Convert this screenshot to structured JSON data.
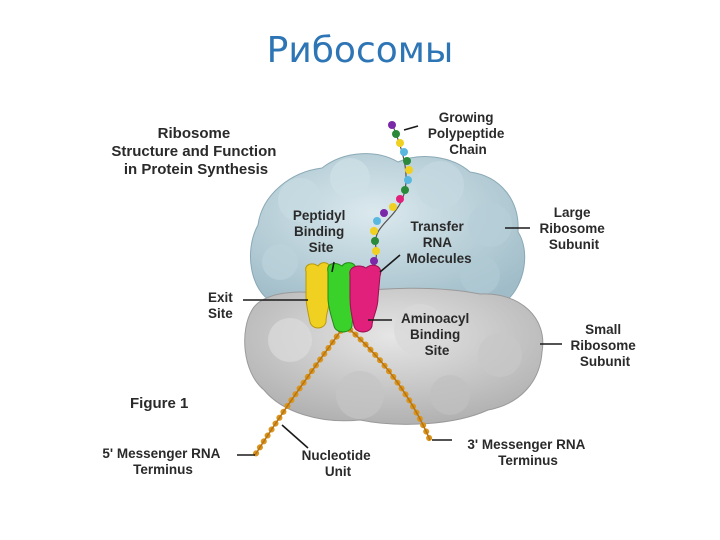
{
  "slide": {
    "title": "Рибосомы"
  },
  "figure": {
    "heading": [
      "Ribosome",
      "Structure and Function",
      "in Protein Synthesis"
    ],
    "caption": "Figure 1",
    "labels": {
      "growing_chain": [
        "Growing",
        "Polypeptide",
        "Chain"
      ],
      "peptidyl_site": [
        "Peptidyl",
        "Binding",
        "Site"
      ],
      "transfer_rna": [
        "Transfer",
        "RNA",
        "Molecules"
      ],
      "large_subunit": [
        "Large",
        "Ribosome",
        "Subunit"
      ],
      "exit_site": [
        "Exit",
        "Site"
      ],
      "aminoacyl_site": [
        "Aminoacyl",
        "Binding",
        "Site"
      ],
      "small_subunit": [
        "Small",
        "Ribosome",
        "Subunit"
      ],
      "mrna_5": [
        "5' Messenger RNA",
        "Terminus"
      ],
      "nucleotide_unit": [
        "Nucleotide",
        "Unit"
      ],
      "mrna_3": [
        "3' Messenger RNA",
        "Terminus"
      ]
    },
    "colors": {
      "large_subunit": "#b9d3dc",
      "small_subunit": "#d2d2d2",
      "trna_exit": "#f0d020",
      "trna_peptidyl": "#39d12a",
      "trna_aminoacyl": "#e0207a",
      "mrna": "#d9951f"
    }
  }
}
